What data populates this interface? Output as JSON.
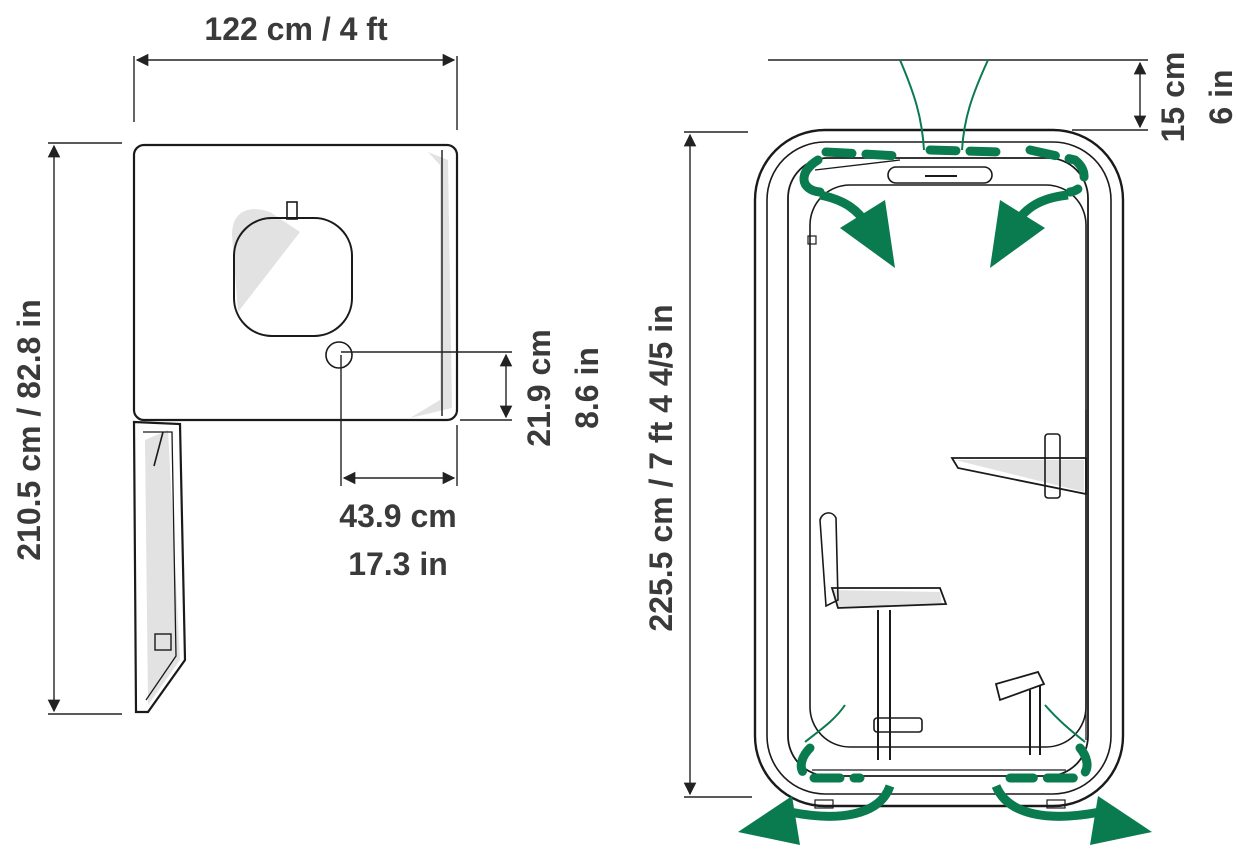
{
  "diagram": {
    "top_view": {
      "width_label": "122 cm / 4 ft",
      "depth_label": "210.5 cm / 82.8 in",
      "hole_offset_cm": "21.9 cm",
      "hole_offset_in": "8.6 in",
      "hole_side_cm": "43.9 cm",
      "hole_side_in": "17.3 in"
    },
    "front_view": {
      "height_label": "225.5 cm / 7 ft 4 4/5 in",
      "clearance_cm": "15 cm",
      "clearance_in": "6 in"
    },
    "colors": {
      "airflow": "#0a7a4f",
      "outline": "#1a1a1a",
      "dimension_text": "#3a3a3a"
    }
  }
}
